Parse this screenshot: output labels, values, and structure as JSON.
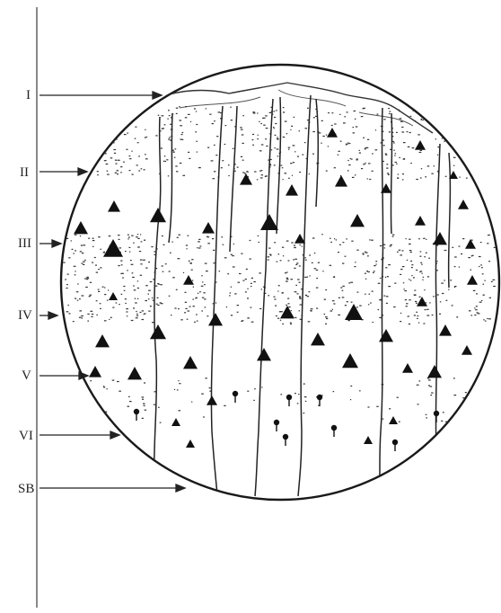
{
  "figure": {
    "labels": [
      "I",
      "II",
      "III",
      "IV",
      "V",
      "VI",
      "SB"
    ]
  }
}
